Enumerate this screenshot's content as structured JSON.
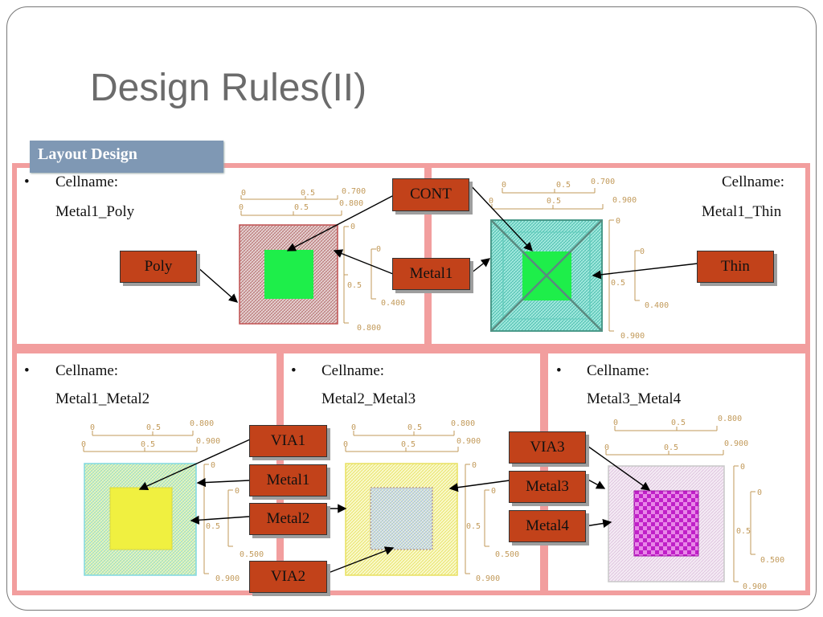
{
  "slide": {
    "title": "Design Rules(II)",
    "tag": "Layout Design"
  },
  "cells": {
    "poly": {
      "bullet": "•",
      "label": "Cellname:",
      "name": "Metal1_Poly"
    },
    "thin": {
      "label": "Cellname:",
      "name": "Metal1_Thin"
    },
    "metal2": {
      "bullet": "•",
      "label": "Cellname:",
      "name": "Metal1_Metal2"
    },
    "metal3": {
      "bullet": "•",
      "label": "Cellname:",
      "name": "Metal2_Metal3"
    },
    "metal4": {
      "bullet": "•",
      "label": "Cellname:",
      "name": "Metal3_Metal4"
    }
  },
  "callouts": {
    "cont": "CONT",
    "poly": "Poly",
    "metal1_top": "Metal1",
    "thin": "Thin",
    "via1": "VIA1",
    "metal1_bottom": "Metal1",
    "metal2": "Metal2",
    "via2": "VIA2",
    "via3": "VIA3",
    "metal3": "Metal3",
    "metal4": "Metal4"
  },
  "rulers": {
    "poly": {
      "top1": [
        "0",
        "0.5",
        "0.700"
      ],
      "top2": [
        "0",
        "0.5",
        "0.800"
      ],
      "right1": [
        "0",
        "0.5",
        "0.800"
      ],
      "right2": [
        "0",
        "0.400"
      ]
    },
    "thin": {
      "top1": [
        "0",
        "0.5",
        "0.700"
      ],
      "top2": [
        "0",
        "0.5",
        "0.900"
      ],
      "right1": [
        "0",
        "0.900"
      ],
      "right2": [
        "0",
        "0.5",
        "0.400"
      ]
    },
    "metal2": {
      "top1": [
        "0",
        "0.5",
        "0.800"
      ],
      "top2": [
        "0",
        "0.5",
        "0.900"
      ],
      "right1": [
        "0",
        "0.5",
        "0.900"
      ],
      "right2": [
        "0",
        "0.500"
      ]
    },
    "metal3": {
      "top1": [
        "0",
        "0.5",
        "0.800"
      ],
      "top2": [
        "0",
        "0.5",
        "0.900"
      ],
      "right1": [
        "0",
        "0.5",
        "0.900"
      ],
      "right2": [
        "0",
        "0.500"
      ]
    },
    "metal4": {
      "top1": [
        "0",
        "0.5",
        "0.800"
      ],
      "top2": [
        "0",
        "0.5",
        "0.900"
      ],
      "right1": [
        "0",
        "0.5",
        "0.900"
      ],
      "right2": [
        "0",
        "0.500"
      ]
    }
  },
  "colors": {
    "frame_border": "#f29e9e",
    "callout_fill": "#c2421a",
    "tag_fill": "#7f98b4",
    "contact_green": "#1eee4a",
    "thin_teal": "#5ccfc0",
    "via1_yellow": "#f0f040",
    "metal_cyan": "#8ee0e8",
    "via3_magenta": "#d43ad8"
  }
}
